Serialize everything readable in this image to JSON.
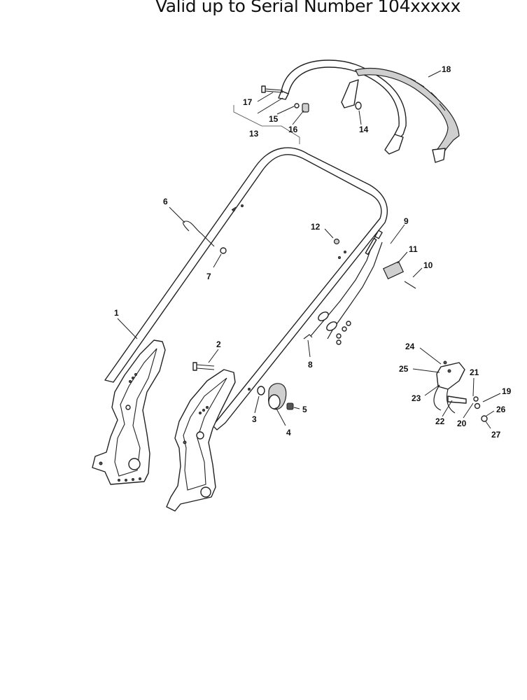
{
  "header": {
    "title": "Valid up to Serial Number 104xxxxx"
  },
  "callouts": [
    {
      "id": "1",
      "label": "1"
    },
    {
      "id": "2",
      "label": "2"
    },
    {
      "id": "3",
      "label": "3"
    },
    {
      "id": "4",
      "label": "4"
    },
    {
      "id": "5",
      "label": "5"
    },
    {
      "id": "6",
      "label": "6"
    },
    {
      "id": "7",
      "label": "7"
    },
    {
      "id": "8",
      "label": "8"
    },
    {
      "id": "9",
      "label": "9"
    },
    {
      "id": "10",
      "label": "10"
    },
    {
      "id": "11",
      "label": "11"
    },
    {
      "id": "12",
      "label": "12"
    },
    {
      "id": "13",
      "label": "13"
    },
    {
      "id": "14",
      "label": "14"
    },
    {
      "id": "15",
      "label": "15"
    },
    {
      "id": "16",
      "label": "16"
    },
    {
      "id": "17",
      "label": "17"
    },
    {
      "id": "18",
      "label": "18"
    },
    {
      "id": "19",
      "label": "19"
    },
    {
      "id": "20",
      "label": "20"
    },
    {
      "id": "21",
      "label": "21"
    },
    {
      "id": "22",
      "label": "22"
    },
    {
      "id": "23",
      "label": "23"
    },
    {
      "id": "24",
      "label": "24"
    },
    {
      "id": "25",
      "label": "25"
    },
    {
      "id": "26",
      "label": "26"
    },
    {
      "id": "27",
      "label": "27"
    }
  ]
}
